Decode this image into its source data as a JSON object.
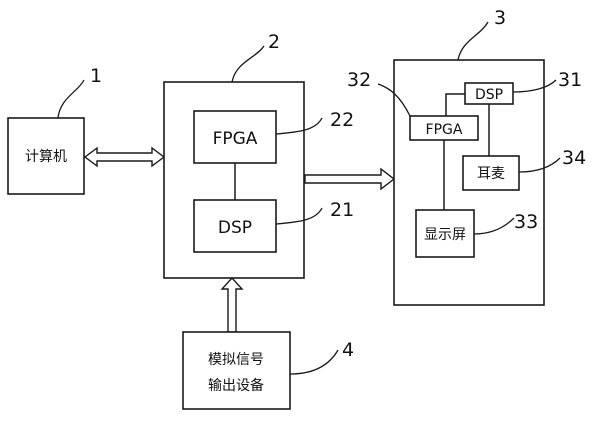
{
  "diagram": {
    "computer": {
      "label": "计算机",
      "ref": "1"
    },
    "unit2": {
      "ref": "2",
      "fpga": {
        "label": "FPGA",
        "ref": "22"
      },
      "dsp": {
        "label": "DSP",
        "ref": "21"
      }
    },
    "unit3": {
      "ref": "3",
      "fpga": {
        "label": "FPGA",
        "ref": "32"
      },
      "dsp": {
        "label": "DSP",
        "ref": "31"
      },
      "earphone": {
        "label": "耳麦",
        "ref": "34"
      },
      "display": {
        "label": "显示屏",
        "ref": "33"
      }
    },
    "signal_source": {
      "label_line1": "模拟信号",
      "label_line2": "输出设备",
      "ref": "4"
    }
  }
}
